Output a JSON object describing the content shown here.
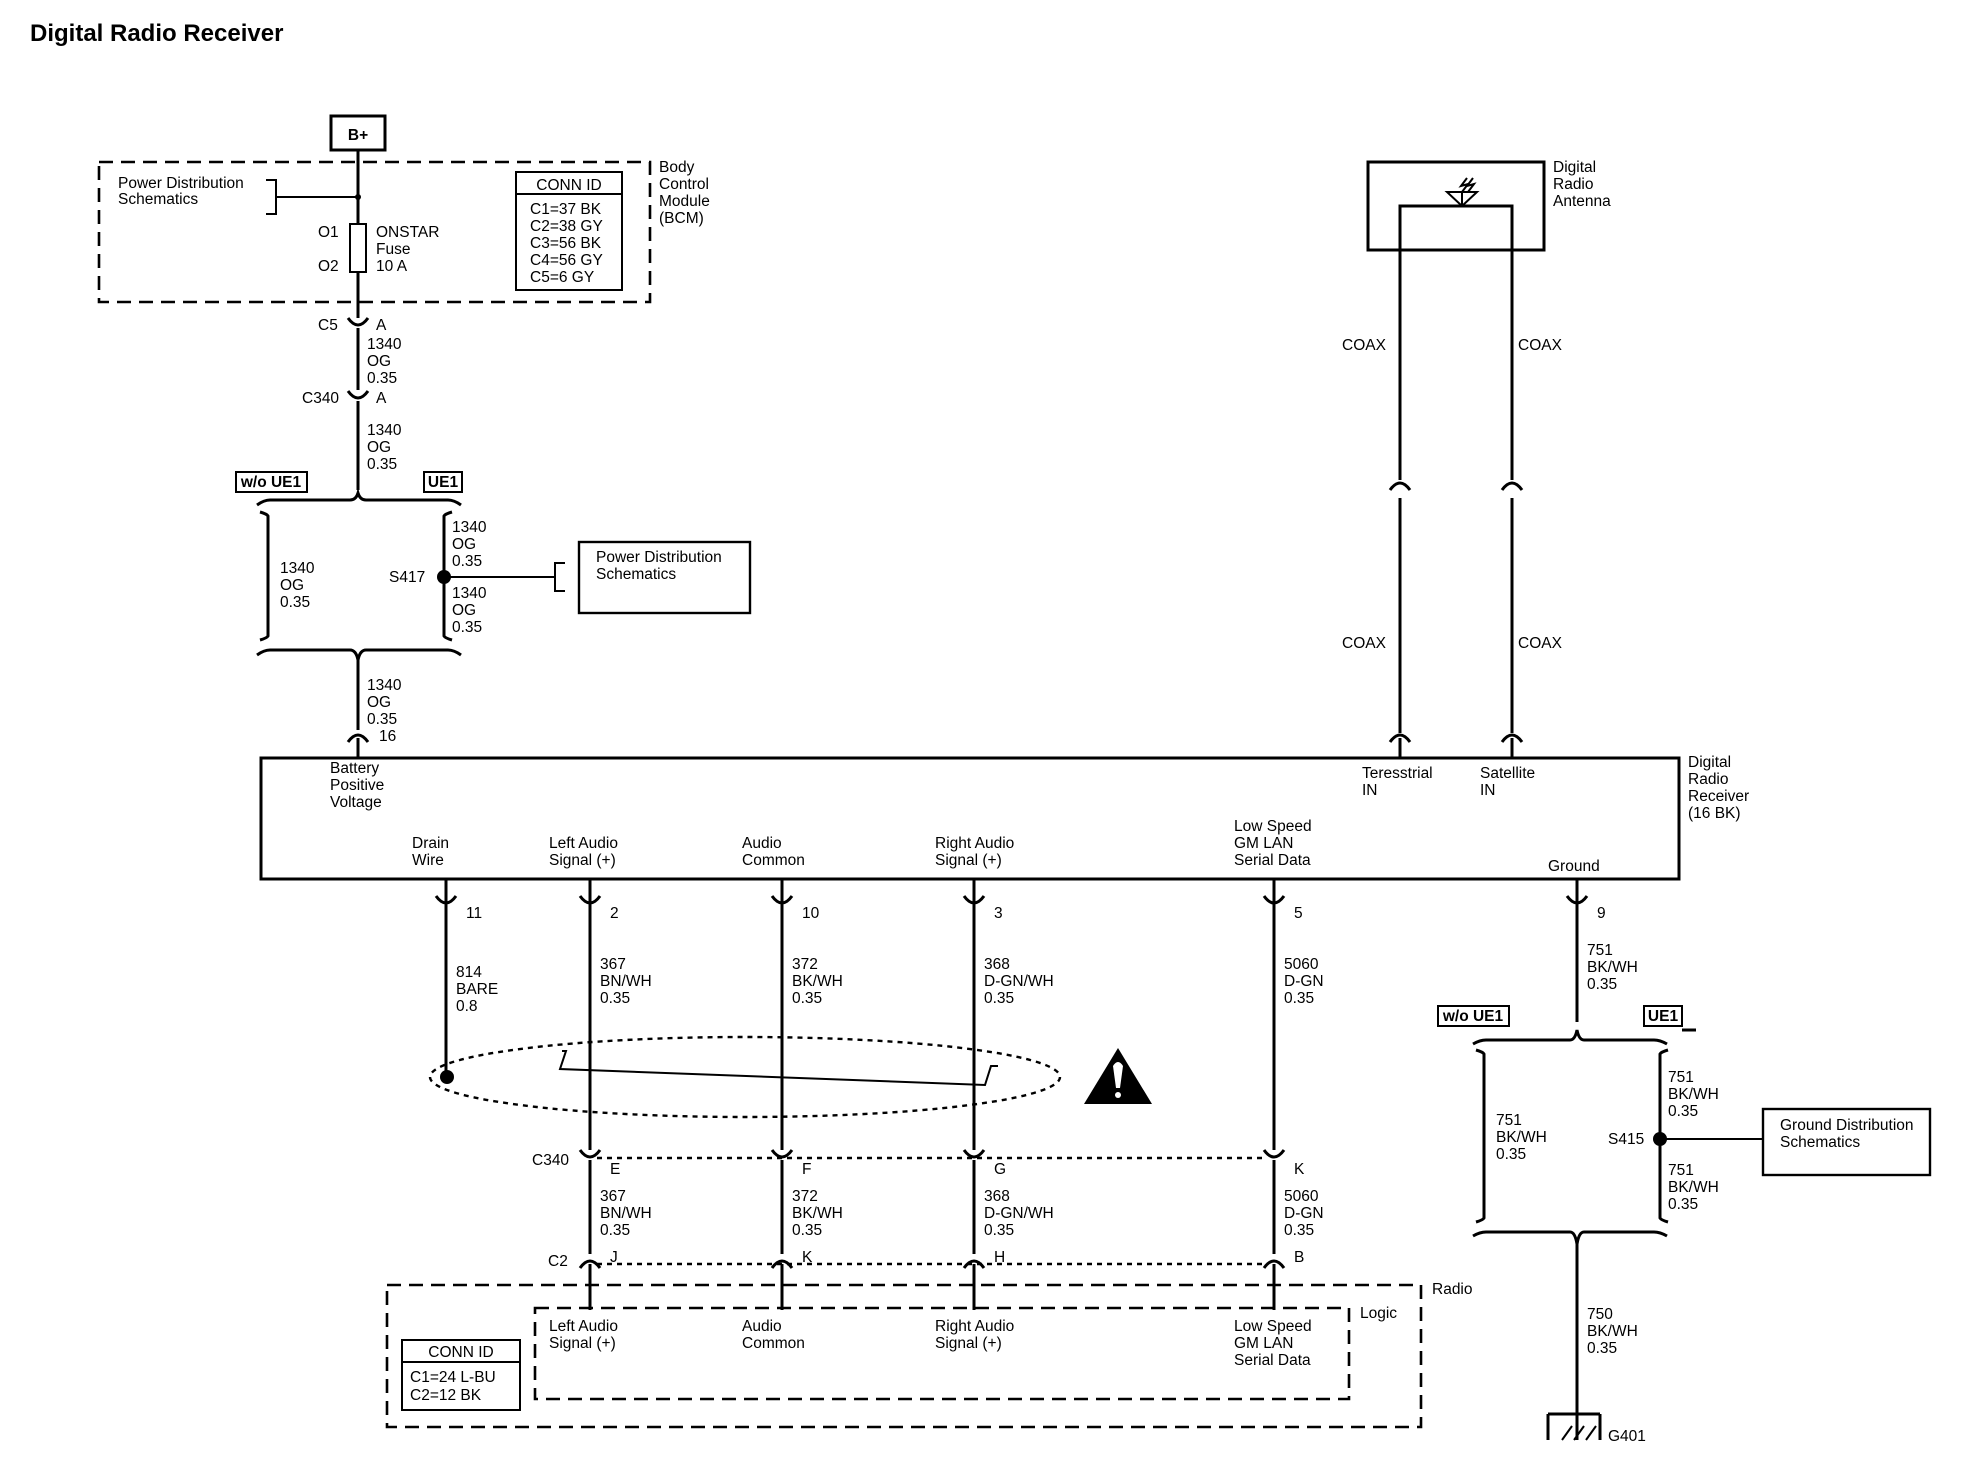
{
  "title": "Digital Radio Receiver",
  "bplus": "B+",
  "bcm": {
    "name": [
      "Body",
      "Control",
      "Module",
      "(BCM)"
    ],
    "pd_ref": [
      "Power Distribution",
      "Schematics"
    ],
    "pin1": "O1",
    "pin2": "O2",
    "fuse": [
      "ONSTAR",
      "Fuse",
      "10 A"
    ],
    "conn_title": "CONN ID",
    "conn": [
      "C1=37 BK",
      "C2=38 GY",
      "C3=56 BK",
      "C4=56 GY",
      "C5=6 GY"
    ]
  },
  "c5": {
    "name": "C5",
    "pin": "A"
  },
  "c340_top": {
    "name": "C340",
    "pin": "A"
  },
  "wire_1340": [
    "1340",
    "OG",
    "0.35"
  ],
  "opt_wo_ue1": "w/o UE1",
  "opt_ue1": "UE1",
  "s417": "S417",
  "pd_ref2": [
    "Power Distribution",
    "Schematics"
  ],
  "pin16": "16",
  "antenna": {
    "name": [
      "Digital",
      "Radio",
      "Antenna"
    ],
    "coax": "COAX"
  },
  "receiver": {
    "name": [
      "Digital",
      "Radio",
      "Receiver",
      "(16 BK)"
    ],
    "battery": [
      "Battery",
      "Positive",
      "Voltage"
    ],
    "terrestrial": [
      "Teresstrial",
      "IN"
    ],
    "satellite": [
      "Satellite",
      "IN"
    ],
    "drain": [
      "Drain",
      "Wire"
    ],
    "left": [
      "Left Audio",
      "Signal (+)"
    ],
    "common": [
      "Audio",
      "Common"
    ],
    "right": [
      "Right Audio",
      "Signal (+)"
    ],
    "lan": [
      "Low Speed",
      "GM LAN",
      "Serial Data"
    ],
    "ground": "Ground"
  },
  "pins": {
    "drain": "11",
    "left": "2",
    "common": "10",
    "right": "3",
    "lan": "5",
    "ground": "9"
  },
  "wires": {
    "drain": [
      "814",
      "BARE",
      "0.8"
    ],
    "left": [
      "367",
      "BN/WH",
      "0.35"
    ],
    "common": [
      "372",
      "BK/WH",
      "0.35"
    ],
    "right": [
      "368",
      "D-GN/WH",
      "0.35"
    ],
    "lan": [
      "5060",
      "D-GN",
      "0.35"
    ],
    "gnd751": [
      "751",
      "BK/WH",
      "0.35"
    ],
    "gnd750": [
      "750",
      "BK/WH",
      "0.35"
    ]
  },
  "c340_bottom": {
    "name": "C340",
    "pins": [
      "E",
      "F",
      "G",
      "K"
    ]
  },
  "c2": {
    "name": "C2",
    "pins": [
      "J",
      "K",
      "H",
      "B"
    ]
  },
  "s415": "S415",
  "gd_ref": [
    "Ground Distribution",
    "Schematics"
  ],
  "g401": "G401",
  "radio": {
    "name": "Radio",
    "logic": "Logic",
    "conn_title": "CONN ID",
    "conn": [
      "C1=24 L-BU",
      "C2=12 BK"
    ]
  }
}
